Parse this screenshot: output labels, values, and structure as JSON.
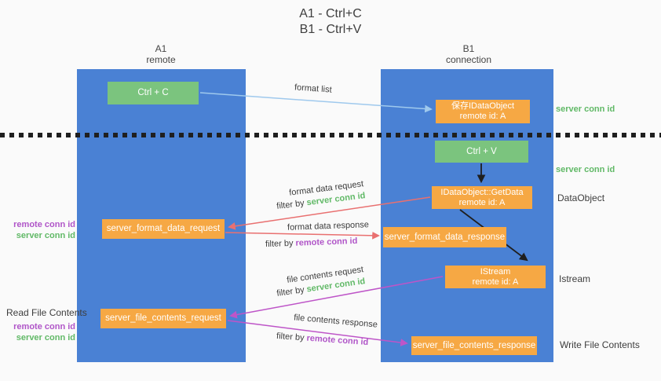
{
  "title": {
    "line1": "A1 - Ctrl+C",
    "line2": "B1 - Ctrl+V"
  },
  "columns": {
    "a1": {
      "label": "A1",
      "sublabel": "remote"
    },
    "b1": {
      "label": "B1",
      "sublabel": "connection"
    }
  },
  "nodes": {
    "ctrl_c": {
      "label": "Ctrl + C"
    },
    "ctrl_v": {
      "label": "Ctrl + V"
    },
    "save_idataobject": {
      "line1": "保存IDataObject",
      "line2": "remote id: A"
    },
    "getdata": {
      "line1": "IDataObject::GetData",
      "line2": "remote id: A"
    },
    "istream": {
      "line1": "IStream",
      "line2": "remote id: A"
    },
    "format_request": {
      "label": "server_format_data_request"
    },
    "format_response": {
      "label": "server_format_data_response"
    },
    "file_request": {
      "label": "server_file_contents_request"
    },
    "file_response": {
      "label": "server_file_contents_response"
    }
  },
  "side_labels": {
    "server_conn_id_top": "server conn id",
    "server_conn_id_mid": "server conn id",
    "dataobject": "DataObject",
    "istream": "Istream",
    "write_file_contents": "Write File Contents",
    "read_file_contents": "Read File Contents",
    "group1": {
      "remote": "remote conn id",
      "server": "server conn id"
    },
    "group2": {
      "remote": "remote conn id",
      "server": "server conn id"
    }
  },
  "arrow_labels": {
    "format_list": "format list",
    "format_data_request": "format data request",
    "filter_by_1": {
      "prefix": "filter by ",
      "id": "server conn id"
    },
    "format_data_response": "format data response",
    "filter_by_2": {
      "prefix": "filter by ",
      "id": "remote conn id"
    },
    "file_contents_request": "file contents request",
    "filter_by_3": {
      "prefix": "filter by ",
      "id": "server conn id"
    },
    "file_contents_response": "file contents response",
    "filter_by_4": {
      "prefix": "filter by ",
      "id": "remote conn id"
    }
  },
  "colors": {
    "column_blue": "#4A81D4",
    "box_orange": "#F6A844",
    "box_green": "#7BC47E",
    "label_green": "#61B967",
    "label_purple": "#B055C8",
    "arrow_red": "#E97070",
    "arrow_purple": "#BE55C8",
    "arrow_lightblue": "#9FC9ED",
    "arrow_black": "#1f1f1f"
  }
}
